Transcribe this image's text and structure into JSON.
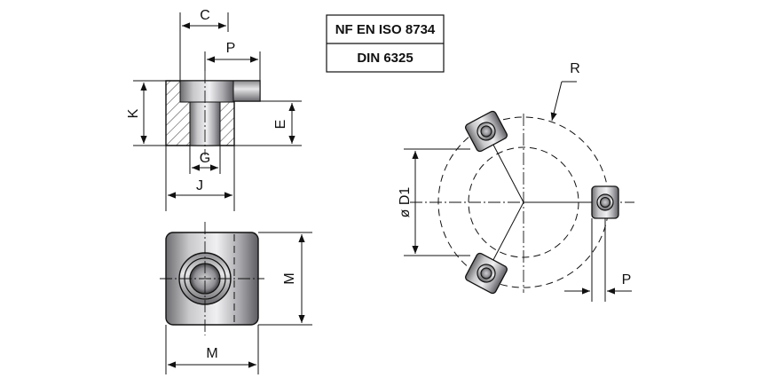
{
  "standards": {
    "line1": "NF EN ISO 8734",
    "line2": "DIN 6325"
  },
  "dimensions": {
    "C": "C",
    "P": "P",
    "K": "K",
    "E": "E",
    "G": "G",
    "J": "J",
    "M_vertical": "M",
    "M_horizontal": "M",
    "R": "R",
    "D1": "ø D1",
    "P_right": "P"
  }
}
